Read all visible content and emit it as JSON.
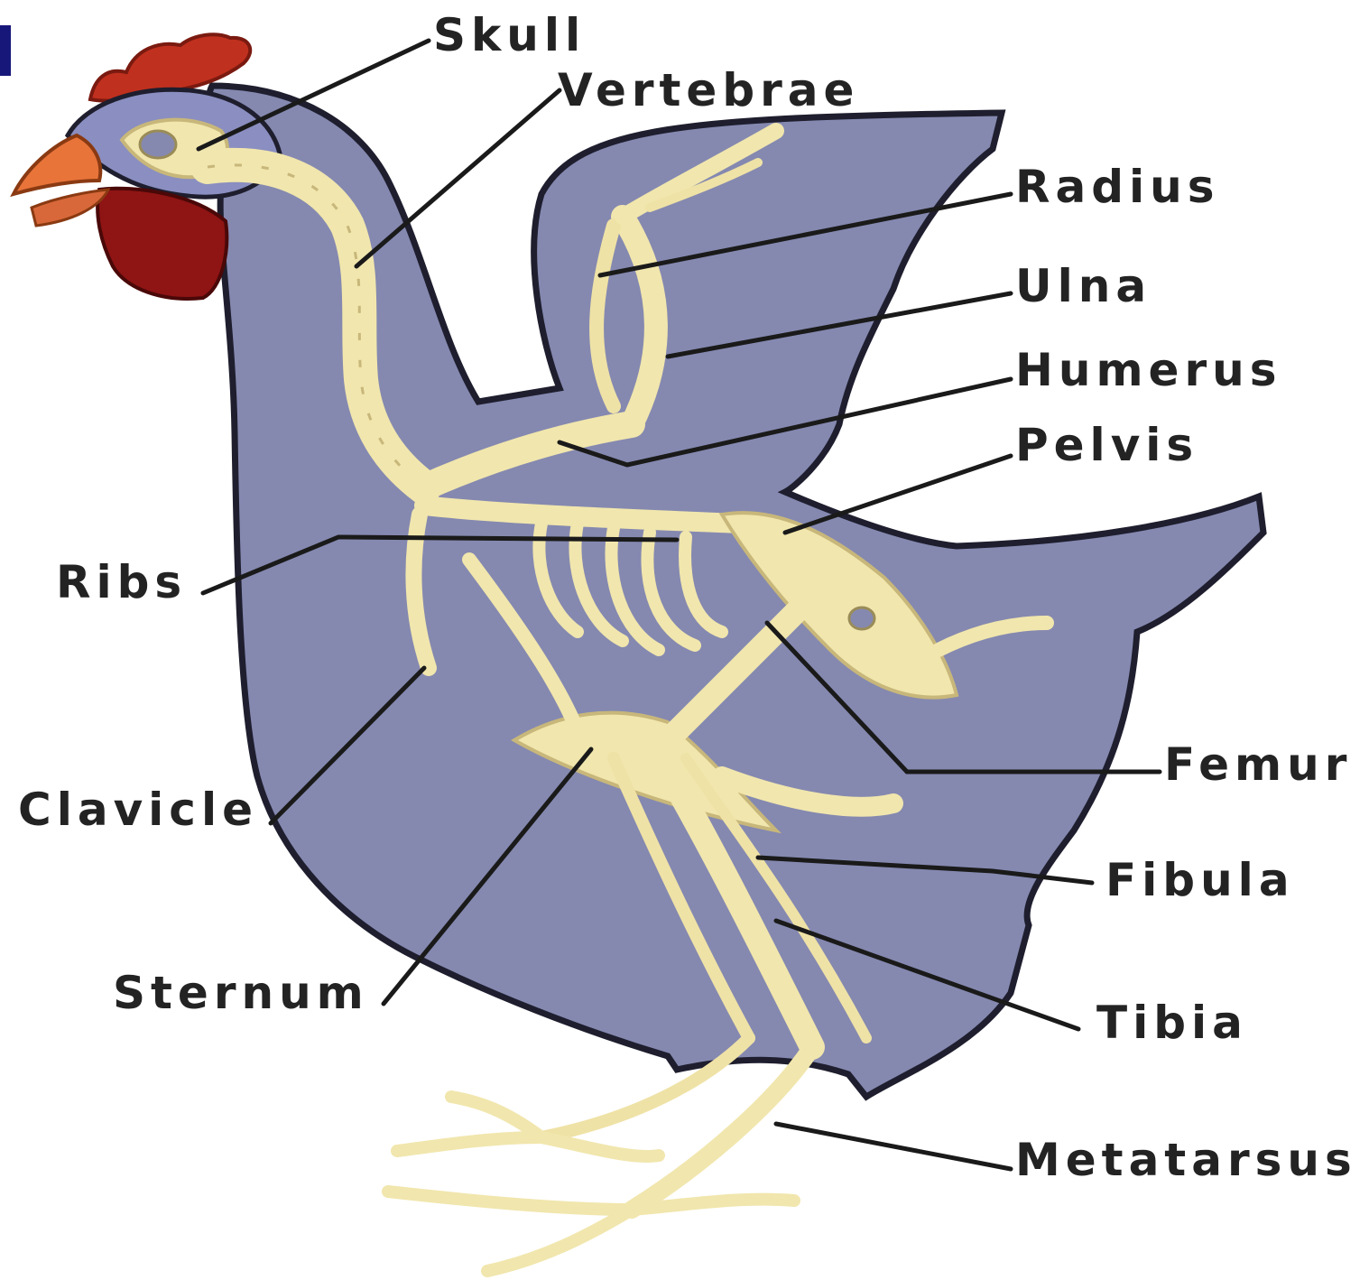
{
  "labels": {
    "skull": "Skull",
    "vertebrae": "Vertebrae",
    "radius": "Radius",
    "ulna": "Ulna",
    "humerus": "Humerus",
    "pelvis": "Pelvis",
    "ribs": "Ribs",
    "femur": "Femur",
    "clavicle": "Clavicle",
    "fibula": "Fibula",
    "sternum": "Sternum",
    "tibia": "Tibia",
    "metatarsus": "Metatarsus"
  },
  "colors": {
    "body": "#8589b0",
    "outline": "#1e1e2e",
    "bone": "#f1e6ad",
    "bone_edge": "#c8b77a",
    "comb": "#c0301e",
    "wattle": "#8f1414",
    "beak": "#e8743a",
    "leader": "#1a1a1a",
    "corner_mark": "#17177a"
  }
}
